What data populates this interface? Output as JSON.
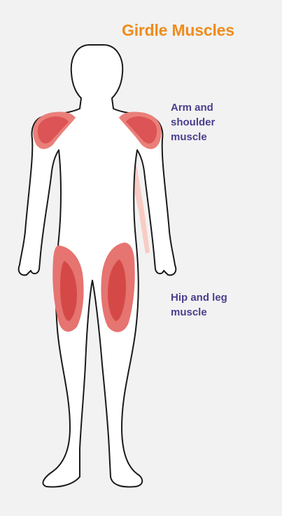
{
  "title": "Girdle Muscles",
  "labels": {
    "arm_shoulder": [
      "Arm and",
      "shoulder",
      "muscle"
    ],
    "hip_leg": [
      "Hip and leg",
      "muscle"
    ]
  },
  "colors": {
    "background": "#f2f2f2",
    "title": "#ef8c1c",
    "label": "#4b3f8e",
    "muscle_highlight": "#e05a5a",
    "muscle_outer": "#f6b0a6",
    "body_outline": "#1a1a1a",
    "body_fill": "#ffffff"
  }
}
